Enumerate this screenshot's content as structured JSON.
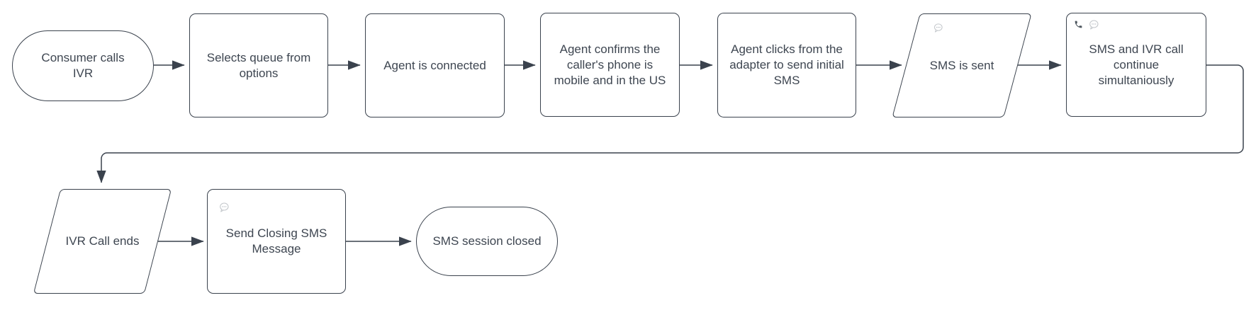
{
  "diagram": {
    "title_hint": "IVR / SMS call flow",
    "nodes": [
      {
        "id": "consumer-calls-ivr",
        "shape": "terminator",
        "label": "Consumer calls IVR",
        "icons": []
      },
      {
        "id": "selects-queue",
        "shape": "process",
        "label": "Selects queue from options",
        "icons": []
      },
      {
        "id": "agent-connected",
        "shape": "process",
        "label": "Agent is connected",
        "icons": []
      },
      {
        "id": "agent-confirms-mobile",
        "shape": "process",
        "label": "Agent confirms the caller's phone is mobile and in the US",
        "icons": []
      },
      {
        "id": "agent-sends-initial-sms",
        "shape": "process",
        "label": "Agent clicks from the adapter to send initial SMS",
        "icons": []
      },
      {
        "id": "sms-is-sent",
        "shape": "parallelogram",
        "label": "SMS is sent",
        "icons": [
          "message-bubble-icon"
        ]
      },
      {
        "id": "sms-ivr-simultaneous",
        "shape": "process",
        "label": "SMS and IVR call continue simultaniously",
        "icons": [
          "phone-icon",
          "message-bubble-icon"
        ]
      },
      {
        "id": "ivr-call-ends",
        "shape": "parallelogram",
        "label": "IVR Call ends",
        "icons": []
      },
      {
        "id": "send-closing-sms",
        "shape": "process",
        "label": "Send Closing SMS Message",
        "icons": [
          "message-bubble-icon"
        ]
      },
      {
        "id": "sms-session-closed",
        "shape": "terminator",
        "label": "SMS session closed",
        "icons": []
      }
    ],
    "edges": [
      {
        "from": "consumer-calls-ivr",
        "to": "selects-queue"
      },
      {
        "from": "selects-queue",
        "to": "agent-connected"
      },
      {
        "from": "agent-connected",
        "to": "agent-confirms-mobile"
      },
      {
        "from": "agent-confirms-mobile",
        "to": "agent-sends-initial-sms"
      },
      {
        "from": "agent-sends-initial-sms",
        "to": "sms-is-sent"
      },
      {
        "from": "sms-is-sent",
        "to": "sms-ivr-simultaneous"
      },
      {
        "from": "sms-ivr-simultaneous",
        "to": "ivr-call-ends"
      },
      {
        "from": "ivr-call-ends",
        "to": "send-closing-sms"
      },
      {
        "from": "send-closing-sms",
        "to": "sms-session-closed"
      }
    ],
    "colors": {
      "background": "#ffffff",
      "stroke": "#3a424d",
      "text": "#3e4651",
      "icon_muted": "#c3c7cb",
      "icon_dark": "#4d565e"
    }
  }
}
